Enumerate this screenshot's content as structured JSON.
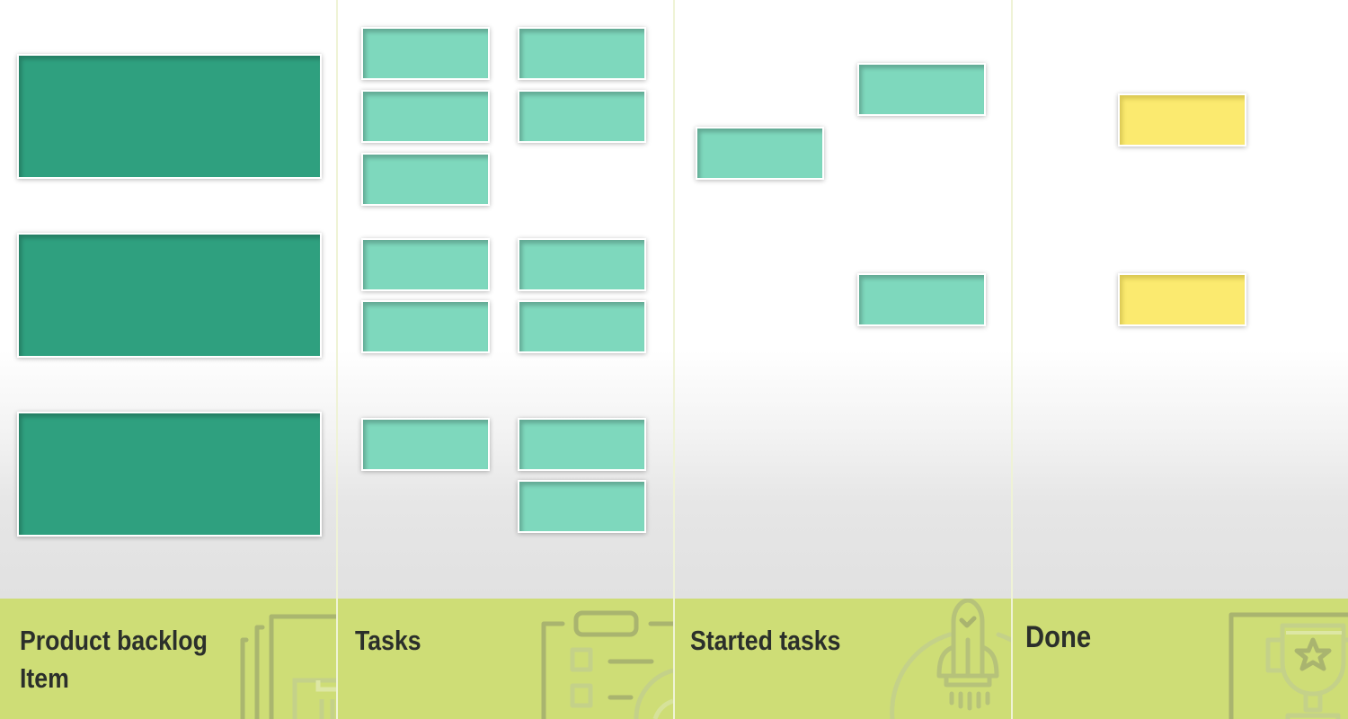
{
  "board": {
    "type": "kanban",
    "colors": {
      "footer_bg": "#cedd76",
      "label_text": "#2b2f2b",
      "divider": "#eff3d6",
      "pbi_card": "#2fa07f",
      "task_card": "#7ed8bd",
      "done_card": "#fbea6f",
      "icon_stroke_dark": "#a9b46f",
      "icon_stroke_light": "#c4d189"
    },
    "columns": [
      {
        "id": "product-backlog",
        "label": "Product backlog Item",
        "label_lines": [
          "Product backlog",
          "Item"
        ],
        "icon": "document-stack-icon",
        "card_count": 3
      },
      {
        "id": "tasks",
        "label": "Tasks",
        "icon": "checklist-clipboard-icon",
        "card_count": 12
      },
      {
        "id": "started-tasks",
        "label": "Started tasks",
        "icon": "rocket-icon",
        "card_count": 3
      },
      {
        "id": "done",
        "label": "Done",
        "icon": "trophy-star-icon",
        "card_count": 2
      }
    ]
  }
}
